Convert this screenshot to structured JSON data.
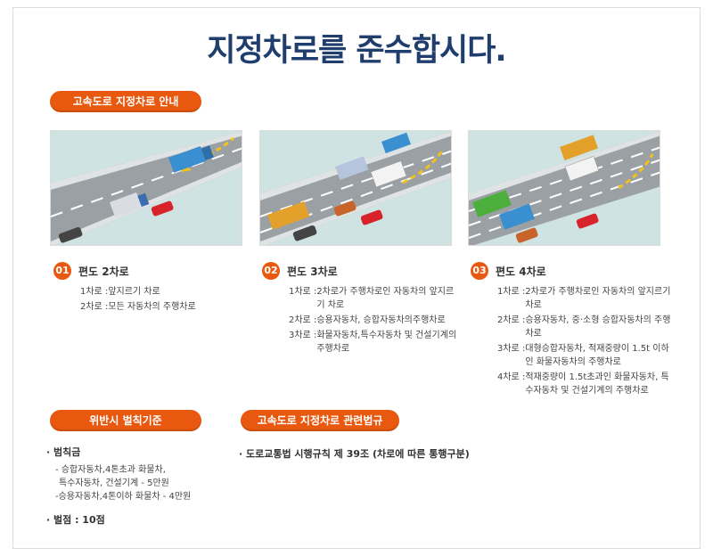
{
  "title": "지정차로를 준수합시다.",
  "guide_pill": "고속도로 지정차로 안내",
  "penalty_pill": "위반시 벌칙기준",
  "law_pill": "고속도로 지정차로 관련법규",
  "lanes": [
    {
      "num": "01",
      "title": "편도 2차로",
      "rows": [
        {
          "k": "1차로 : ",
          "v": "앞지르기 차로"
        },
        {
          "k": "2차로 : ",
          "v": "모든 자동차의 주행차로"
        }
      ]
    },
    {
      "num": "02",
      "title": "편도 3차로",
      "rows": [
        {
          "k": "1차로 : ",
          "v": "2차로가 주행차로인 자동차의 앞지르기 차로"
        },
        {
          "k": "2차로 : ",
          "v": "승용자동차, 승합자동차의주행차로"
        },
        {
          "k": "3차로 : ",
          "v": "화물자동차,특수자동차 및 건설기계의 주행차로"
        }
      ]
    },
    {
      "num": "03",
      "title": "편도 4차로",
      "rows": [
        {
          "k": "1차로 : ",
          "v": "2차로가 주행차로인 자동차의 앞지르기 차로"
        },
        {
          "k": "2차로 : ",
          "v": "승용자동차, 중·소형 승합자동차의 주행차로"
        },
        {
          "k": "3차로 : ",
          "v": "대형승합자동차, 적재중량이 1.5t 이하인 화물자동차의 주행차로"
        },
        {
          "k": "4차로 : ",
          "v": "적재중량이 1.5t초과인 화물자동차, 특수자동차 및 건설기계의 주행차로"
        }
      ]
    }
  ],
  "penalty": {
    "fine_heading": "· 범칙금",
    "fine_lines": [
      "- 승합자동차,4톤초과 화물차,",
      "특수자동차, 건설기계 - 5만원",
      "-승용자동차,4톤이하 화물차 - 4만원"
    ],
    "points": "· 벌점 : 10점"
  },
  "law": {
    "line": "· 도로교통법 시행규칙 제 39조 (차로에 따른 통행구분)"
  },
  "colors": {
    "accent": "#e8580f",
    "title": "#1f3d6d"
  }
}
